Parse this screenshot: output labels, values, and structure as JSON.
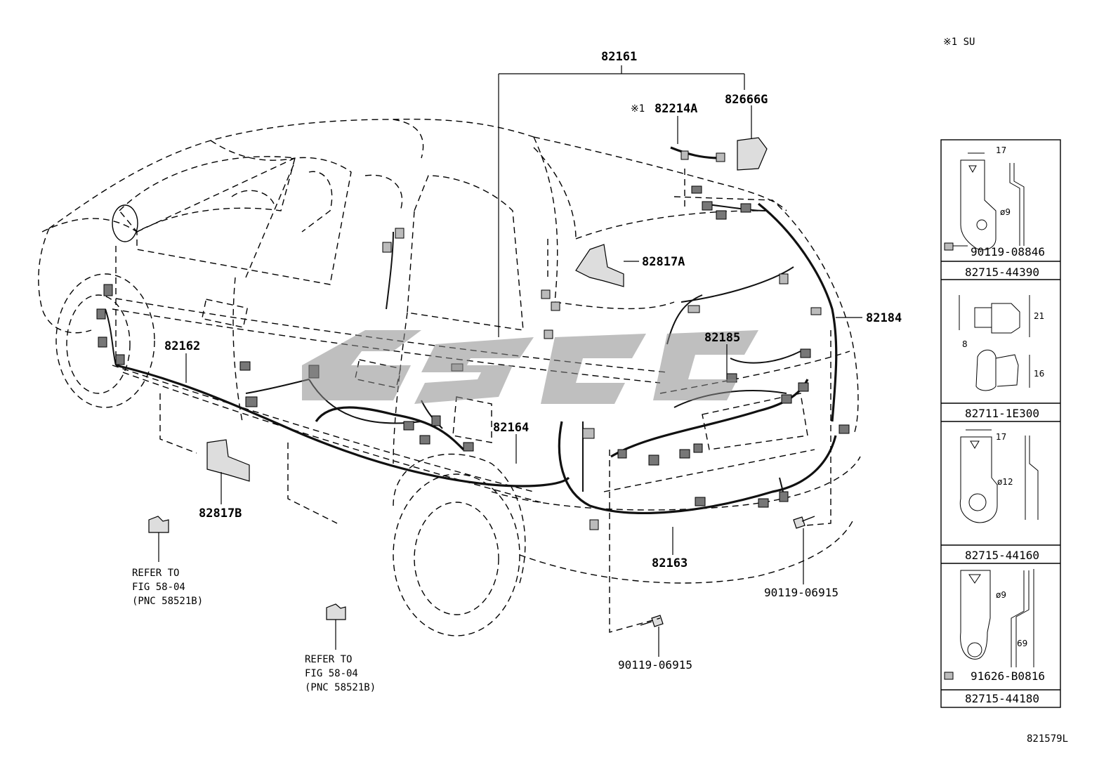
{
  "header": {
    "note": "※1 SU"
  },
  "figure_id": "821579L",
  "callouts": {
    "c82161": "82161",
    "c82214a": "82214A",
    "c82214a_mark": "※1",
    "c82666g": "82666G",
    "c82817a": "82817A",
    "c82184": "82184",
    "c82185": "82185",
    "c82162": "82162",
    "c82164": "82164",
    "c82817b": "82817B",
    "c82163": "82163",
    "c90119_06915_a": "90119-06915",
    "c90119_06915_b": "90119-06915"
  },
  "refer_left": {
    "line1": "REFER TO",
    "line2": "FIG 58-04",
    "line3": "(PNC 58521B)"
  },
  "refer_mid": {
    "line1": "REFER TO",
    "line2": "FIG 58-04",
    "line3": "(PNC 58521B)"
  },
  "side_panel": {
    "p1": {
      "dim": "17",
      "hole": "ø9",
      "bolt": "90119-08846",
      "part": "82715-44390"
    },
    "p2": {
      "dim_a": "21",
      "dim_b": "8",
      "dim_c": "16",
      "part": "82711-1E300"
    },
    "p3": {
      "dim": "17",
      "hole": "ø12",
      "part": "82715-44160"
    },
    "p4": {
      "hole": "ø9",
      "dim": "69",
      "bolt": "91626-B0816",
      "part": "82715-44180"
    }
  },
  "colors": {
    "line": "#000000",
    "watermark": "#8a8a8a",
    "connector": "#777777"
  }
}
